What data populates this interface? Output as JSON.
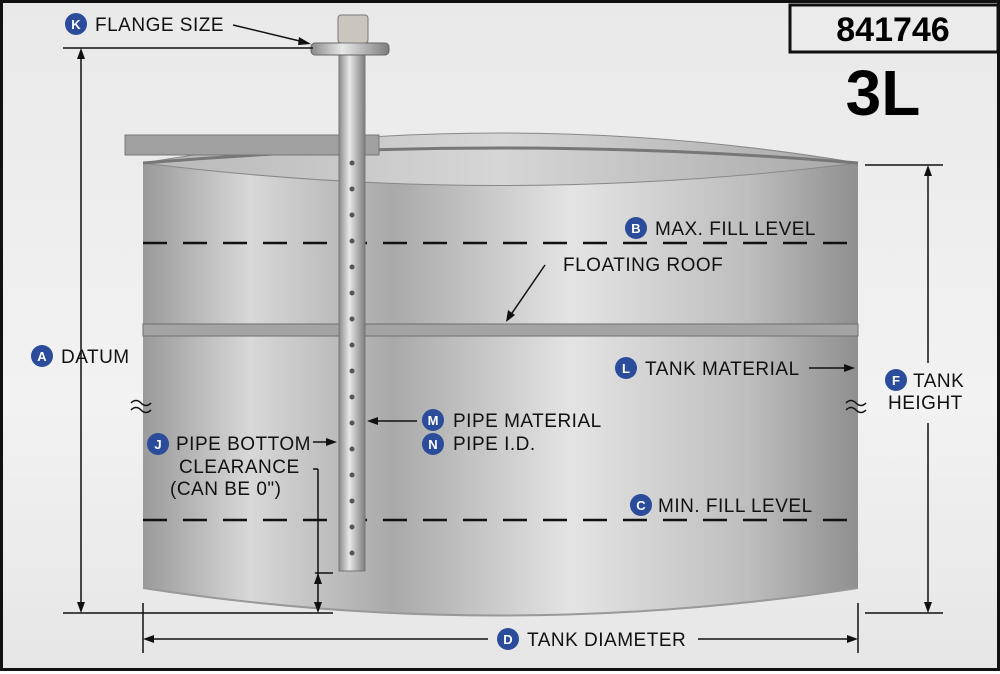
{
  "part_number": "841746",
  "model_code": "3L",
  "badge_color": "#2b4c9b",
  "labels": {
    "k": {
      "letter": "K",
      "text": "FLANGE SIZE"
    },
    "b": {
      "letter": "B",
      "text": "MAX. FILL LEVEL"
    },
    "floating_roof": "FLOATING ROOF",
    "a": {
      "letter": "A",
      "text": "DATUM"
    },
    "l": {
      "letter": "L",
      "text": "TANK MATERIAL"
    },
    "f": {
      "letter": "F",
      "text": "TANK",
      "text2": "HEIGHT"
    },
    "m": {
      "letter": "M",
      "text": "PIPE MATERIAL"
    },
    "n": {
      "letter": "N",
      "text": "PIPE I.D."
    },
    "j": {
      "letter": "J",
      "text": "PIPE BOTTOM",
      "text2": "CLEARANCE",
      "text3": "(CAN BE 0\")"
    },
    "c": {
      "letter": "C",
      "text": "MIN. FILL LEVEL"
    },
    "d": {
      "letter": "D",
      "text": "TANK DIAMETER"
    }
  }
}
